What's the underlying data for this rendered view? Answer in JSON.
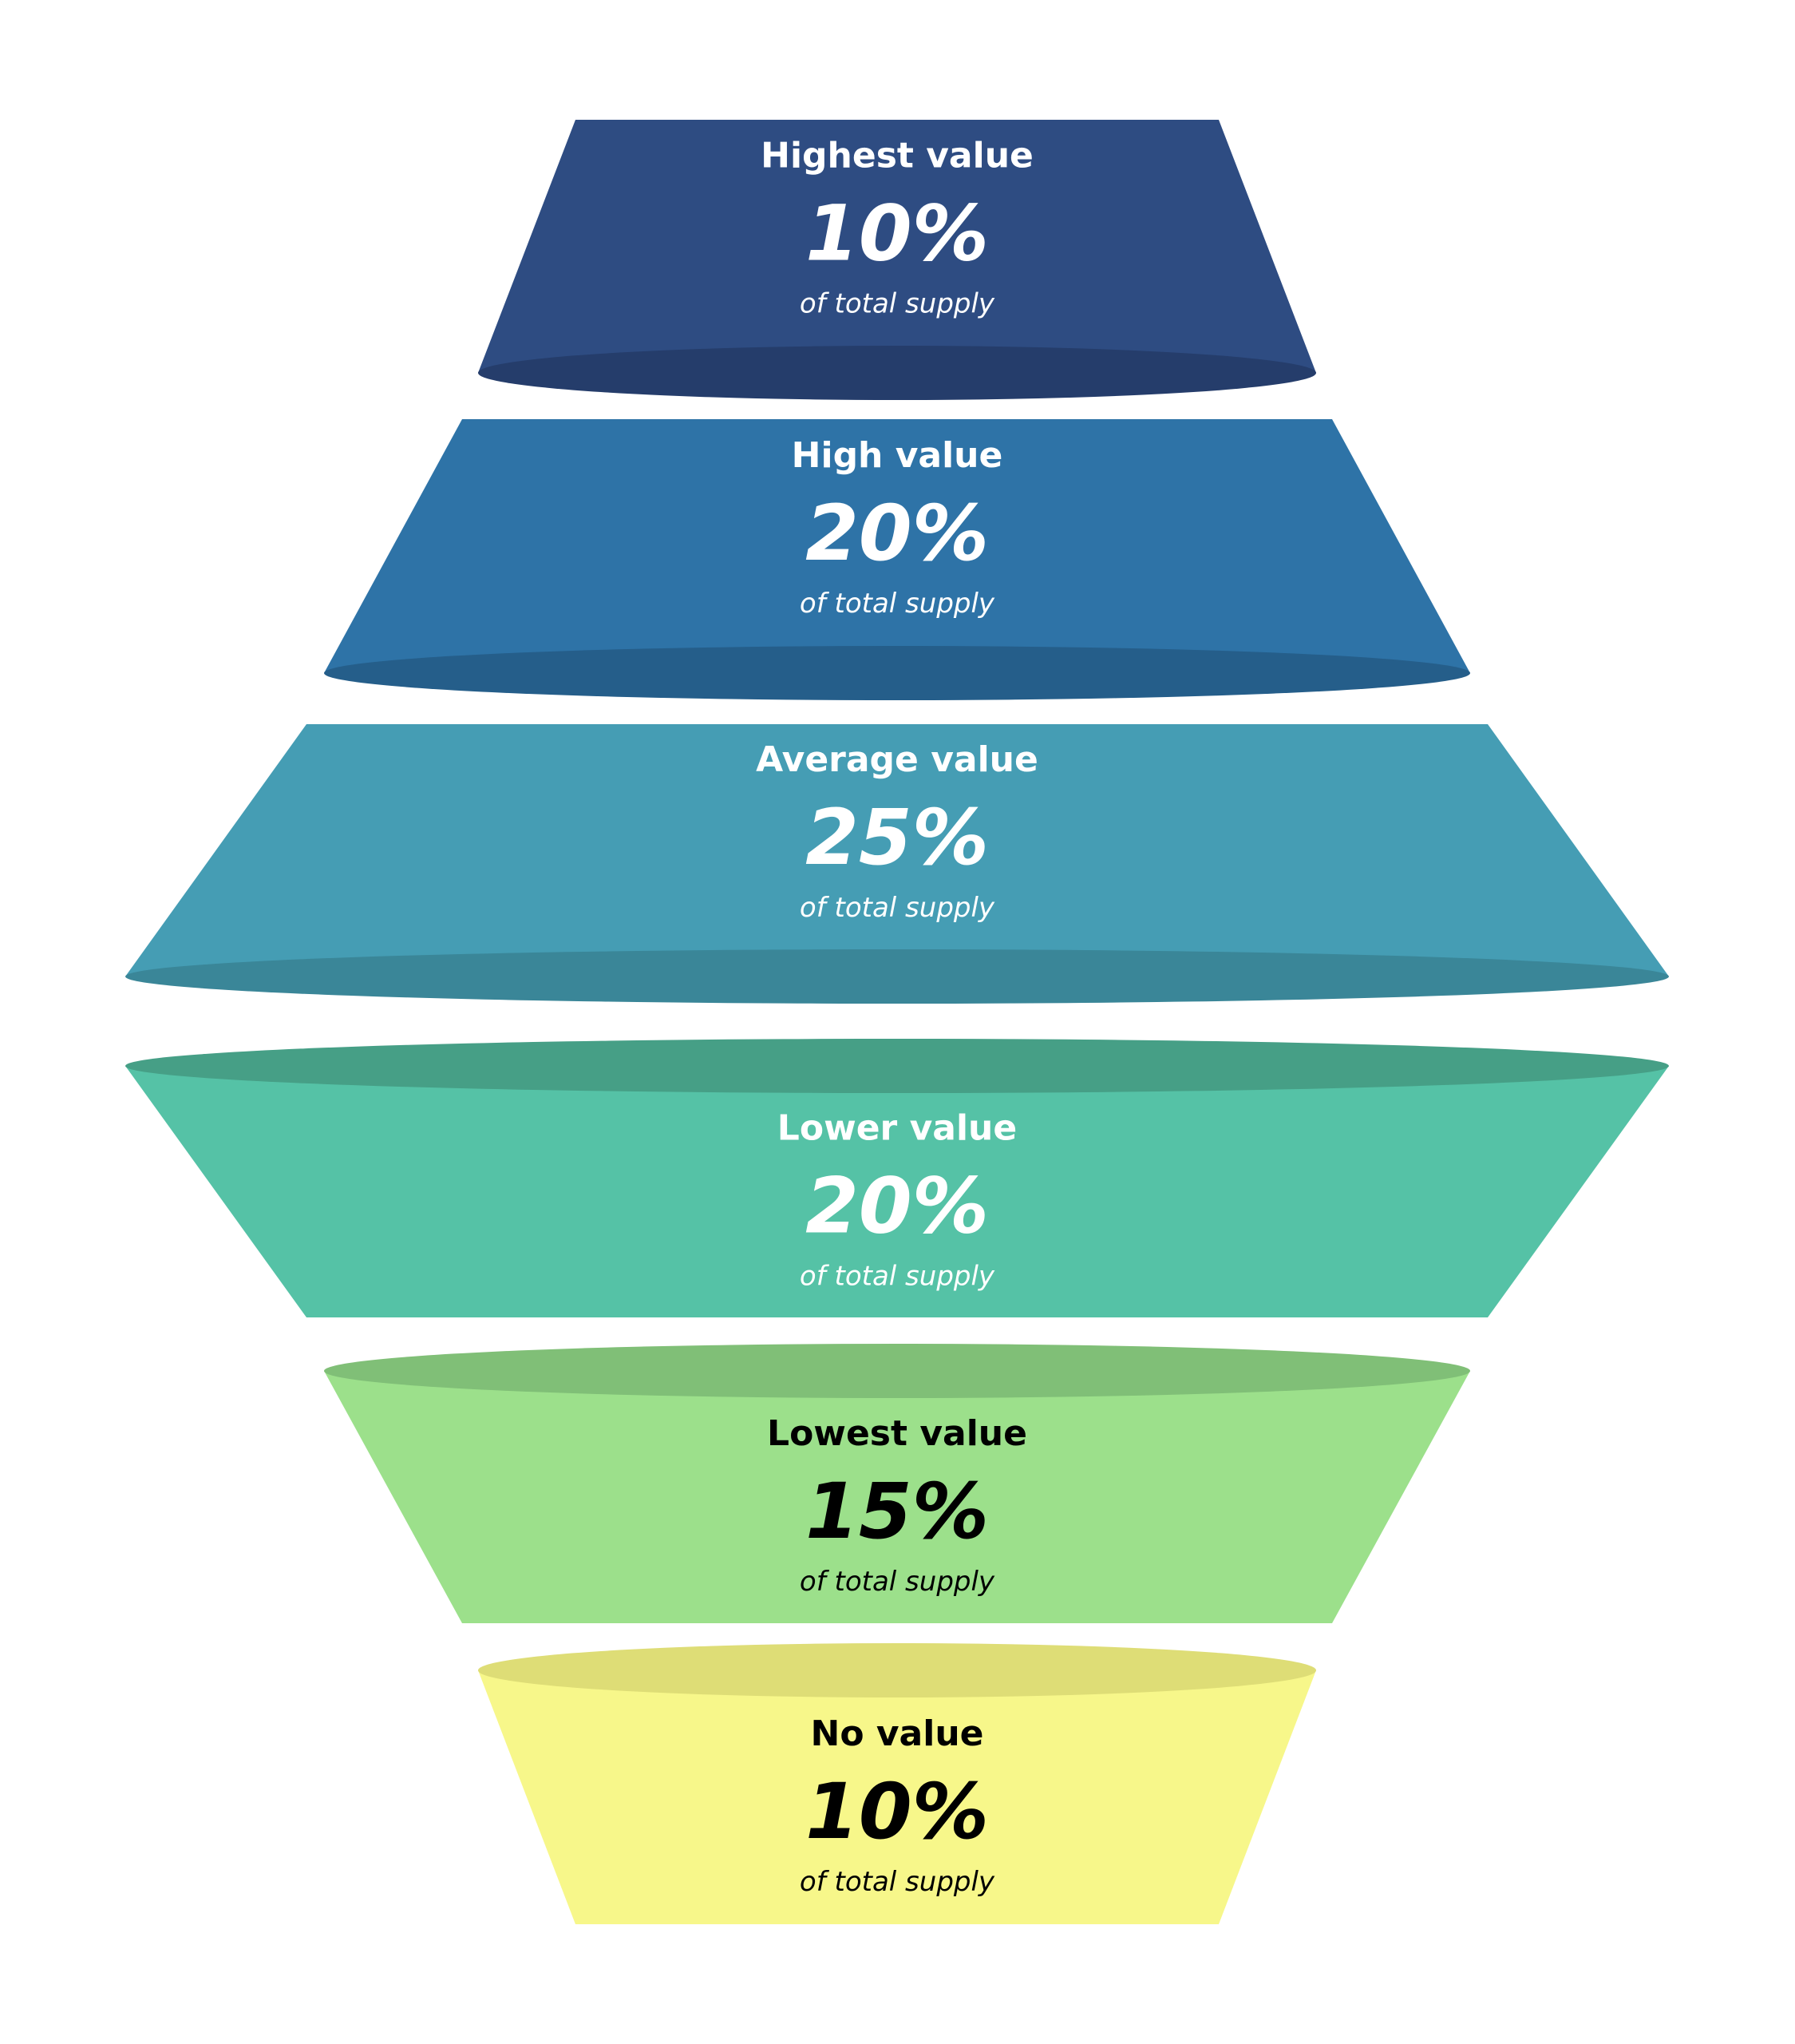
{
  "tiers": [
    {
      "name": "Highest value",
      "percent": "10%",
      "subtitle": "of total supply",
      "share": 10,
      "color": "#2E4C82",
      "rim_color": "#253D6B",
      "text_color": "#FFFFFF"
    },
    {
      "name": "High value",
      "percent": "20%",
      "subtitle": "of total supply",
      "share": 20,
      "color": "#2E73A7",
      "rim_color": "#255E8A",
      "text_color": "#FFFFFF"
    },
    {
      "name": "Average value",
      "percent": "25%",
      "subtitle": "of total supply",
      "share": 25,
      "color": "#459DB4",
      "rim_color": "#3A8698",
      "text_color": "#FFFFFF"
    },
    {
      "name": "Lower value",
      "percent": "20%",
      "subtitle": "of total supply",
      "share": 20,
      "color": "#55C2A6",
      "rim_color": "#469F86",
      "text_color": "#FFFFFF"
    },
    {
      "name": "Lowest value",
      "percent": "15%",
      "subtitle": "of total supply",
      "share": 15,
      "color": "#9CE08B",
      "rim_color": "#80BF77",
      "text_color": "#000000"
    },
    {
      "name": "No value",
      "percent": "10%",
      "subtitle": "of total supply",
      "share": 10,
      "color": "#F7F78A",
      "rim_color": "#DEDD76",
      "text_color": "#000000"
    }
  ]
}
